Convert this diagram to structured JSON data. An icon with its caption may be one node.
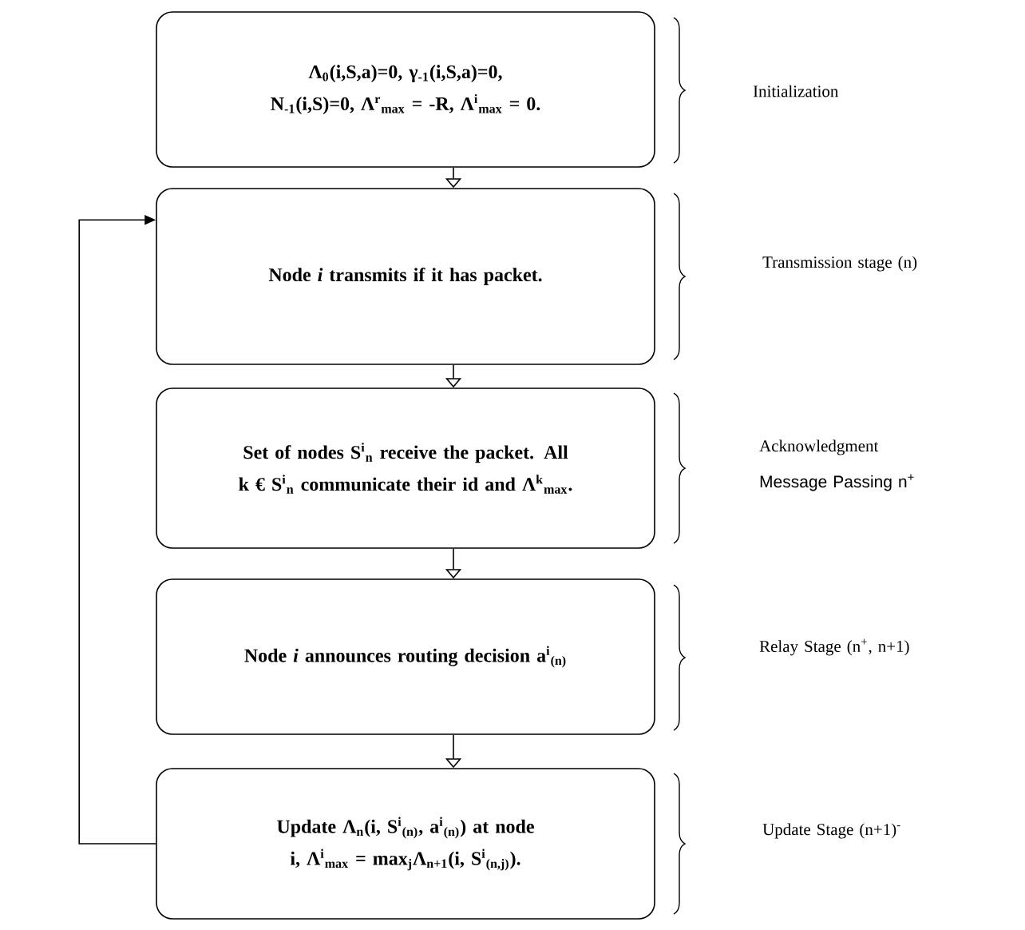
{
  "diagram": {
    "nodes": [
      {
        "text": [
          "Λ$_{0}$(i,S,a)=0, γ$_{-1}$(i,S,a)=0, N$_{-1}$(i,S)=0, Λ$^{r}$$_{max}$ = -R, Λ$^{i}$$_{max}$ = 0."
        ]
      },
      {
        "text": [
          "Node *i* transmits if it has packet."
        ]
      },
      {
        "text": [
          "Set of nodes S$^{i}$$_{n}$ receive the packet. All k € S$^{i}$$_{n}$ communicate their id and Λ$^{k}$$_{max}$."
        ]
      },
      {
        "text": [
          "Node *i* announces routing decision a$^{i}$$_{(n)}$"
        ]
      },
      {
        "text": [
          "Update Λ$_{n}$(i, S$^{i}$$_{(n)}$, a$^{i}$$_{(n)}$) at node i, Λ$^{i}$$_{max}$ = max$_{j}$Λ$_{n+1}$(i, S$^{i}$$_{(n,j)}$)."
        ]
      }
    ],
    "edges": [
      {
        "from": 0,
        "to": 1,
        "arrow": "to"
      },
      {
        "from": 1,
        "to": 2,
        "arrow": "to"
      },
      {
        "from": 2,
        "to": 3,
        "arrow": "to"
      },
      {
        "from": 3,
        "to": 4,
        "arrow": "to"
      },
      {
        "from": 4,
        "to": 1,
        "arrow": "to"
      }
    ],
    "labels": [
      "Initialization",
      "Transmission stage (n)",
      "Acknowledgment",
      "Message Passing n$^{+}$",
      "Relay Stage (n$^{+}$, n+1)",
      "Update Stage (n+1)$^{-}$"
    ]
  }
}
